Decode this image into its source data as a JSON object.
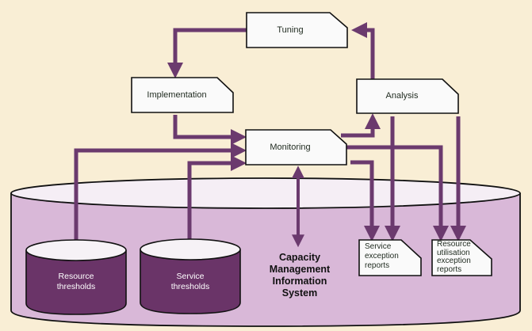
{
  "diagram": {
    "colors": {
      "background": "#f9eed5",
      "arrow": "#6b3a6e",
      "database_fill": "#6a3468",
      "database_top": "#f6f2f6",
      "cmis_body": "#d9b8d8",
      "cmis_top": "#f5eef5",
      "box_fill": "#fafafa",
      "box_stroke": "#111111"
    },
    "process_boxes": {
      "tuning": "Tuning",
      "implementation": "Implementation",
      "analysis": "Analysis",
      "monitoring": "Monitoring"
    },
    "system_label": [
      "Capacity",
      "Management",
      "Information",
      "System"
    ],
    "databases": {
      "resource_thresholds": [
        "Resource",
        "thresholds"
      ],
      "service_thresholds": [
        "Service",
        "thresholds"
      ]
    },
    "reports": {
      "service_exception": [
        "Service",
        "exception",
        "reports"
      ],
      "resource_utilisation_exception": [
        "Resource",
        "utilisation",
        "exception",
        "reports"
      ]
    },
    "flows": [
      {
        "from": "Tuning",
        "to": "Implementation"
      },
      {
        "from": "Implementation",
        "to": "Monitoring"
      },
      {
        "from": "Monitoring",
        "to": "Analysis"
      },
      {
        "from": "Analysis",
        "to": "Tuning"
      },
      {
        "from": "Resource thresholds",
        "to": "Monitoring"
      },
      {
        "from": "Service thresholds",
        "to": "Monitoring"
      },
      {
        "from": "Monitoring",
        "to": "Capacity Management Information System",
        "bidirectional": true
      },
      {
        "from": "Monitoring",
        "to": "Service exception reports"
      },
      {
        "from": "Monitoring",
        "to": "Resource utilisation exception reports"
      },
      {
        "from": "Analysis",
        "to": "Service exception reports"
      },
      {
        "from": "Analysis",
        "to": "Resource utilisation exception reports"
      }
    ]
  }
}
